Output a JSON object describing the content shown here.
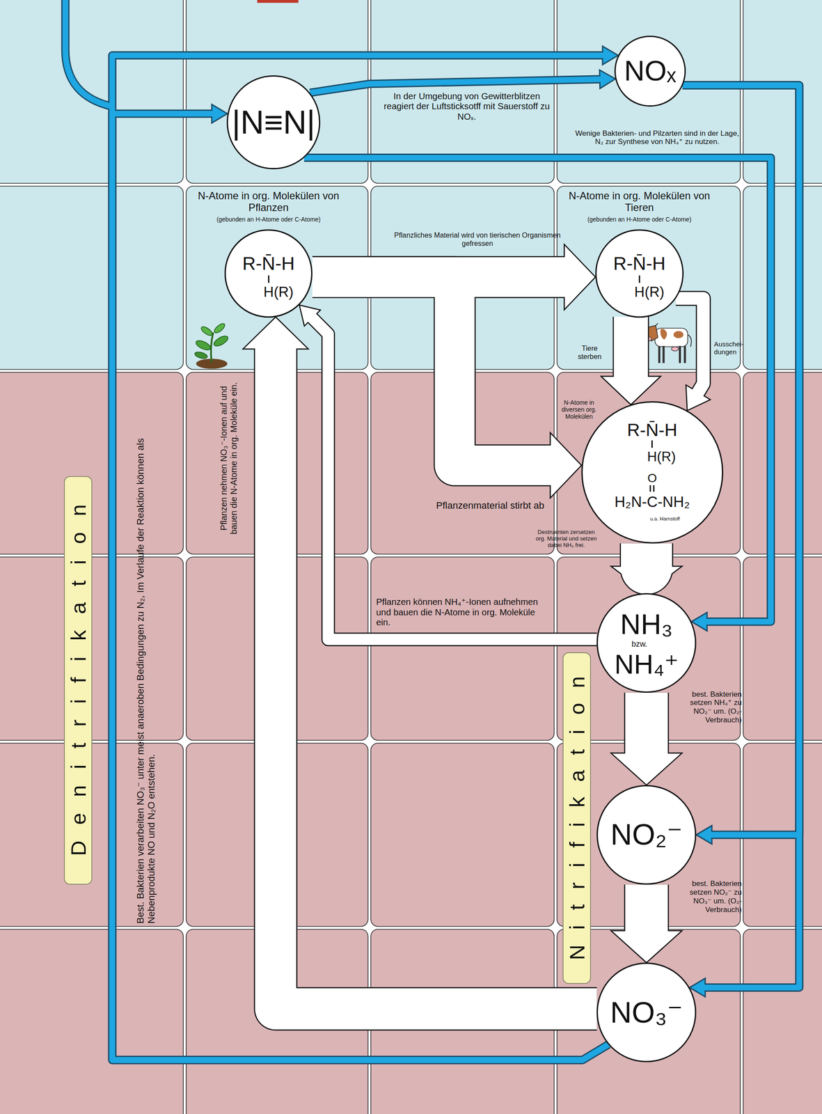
{
  "diagram": {
    "nodes": [
      {
        "text": [
          "|N≡N|"
        ]
      },
      {
        "text": [
          "NOₓ"
        ]
      },
      {
        "text": [
          "N-Atome in org. Molekülen von Pflanzen",
          "(gebunden an H-Atome oder C-Atome)",
          "R-N̄-H",
          "H(R)"
        ]
      },
      {
        "text": [
          "N-Atome in org. Molekülen von Tieren",
          "(gebunden an H-Atome oder C-Atome)",
          "R-N̄-H",
          "H(R)"
        ]
      },
      {
        "text": [
          "N-Atome in diversen org. Molekülen",
          "R-N̄-H",
          "H(R)",
          "O",
          "H₂N-C-NH₂",
          "u.a. Harnstoff",
          "Destruenten zersetzen org. Material und setzen dabei NH₃ frei."
        ]
      },
      {
        "text": [
          "NH₃",
          "bzw.",
          "NH₄⁺"
        ]
      },
      {
        "text": [
          "NO₂⁻"
        ]
      },
      {
        "text": [
          "NO₃⁻"
        ]
      },
      {
        "text": [
          "Denitrifikation"
        ]
      },
      {
        "text": [
          "Nitrifikation"
        ]
      }
    ],
    "edges": [
      {
        "from": 7,
        "to": 0,
        "arrow": "to",
        "label": "Best. Bakterien verarbeiten NO₃⁻ unter meist anaeroben Bedingungen zu N₂, Im Verlaufe der Reaktion können als Nebenprodukte NO und N₂O entstehen."
      },
      {
        "from": 7,
        "to": 1,
        "arrow": "to"
      },
      {
        "from": 0,
        "to": 1,
        "arrow": "to",
        "label": "In der Umgebung von Gewitterblitzen reagiert der Luftsticksotff mit Sauerstoff zu NOₓ."
      },
      {
        "from": 0,
        "to": 5,
        "arrow": "to",
        "label": "Wenige Bakterien- und Pilzarten sind in der Lage, N₂ zur Synthese von NH₄⁺ zu nutzen."
      },
      {
        "from": 1,
        "to": 6,
        "arrow": "to"
      },
      {
        "from": 1,
        "to": 7,
        "arrow": "to"
      },
      {
        "from": 2,
        "to": 3,
        "arrow": "to",
        "label": "Pflanzliches Material wird von tierischen Organismen gefressen"
      },
      {
        "from": 2,
        "to": 4,
        "arrow": "to",
        "label": "Pflanzenmaterial stirbt ab"
      },
      {
        "from": 3,
        "to": 4,
        "arrow": "to",
        "label": "Tiere sterben"
      },
      {
        "from": 3,
        "to": 4,
        "arrow": "to",
        "label": "Ausschei- dungen"
      },
      {
        "from": 4,
        "to": 5,
        "arrow": "to"
      },
      {
        "from": 5,
        "to": 2,
        "arrow": "to",
        "label": "Pflanzen können NH₄⁺-Ionen aufnehmen und bauen die N-Atome in org. Moleküle ein."
      },
      {
        "from": 7,
        "to": 2,
        "arrow": "to",
        "label": "Pflanzen nehmen NO₃⁻-Ionen auf und bauen die N-Atome in org. Moleküle ein."
      },
      {
        "from": 5,
        "to": 6,
        "arrow": "to",
        "label": "best. Bakterien setzen NH₄⁺ zu NO₂⁻ um. (O₂-Verbrauch)"
      },
      {
        "from": 6,
        "to": 7,
        "arrow": "to",
        "label": "best. Bakterien setzen NO₂⁻ zu NO₃⁻ um. (O₂-Verbrauch)"
      }
    ]
  }
}
